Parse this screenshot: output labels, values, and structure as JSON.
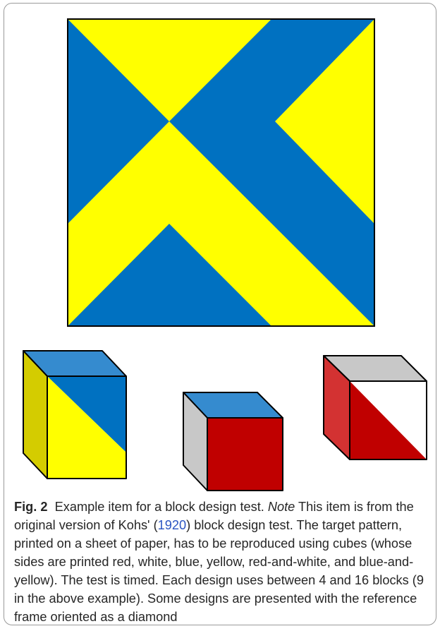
{
  "figure": {
    "label": "Fig. 2",
    "caption_intro": "Example item for a block design test.",
    "note_label": "Note",
    "caption_before_citation": "This item is from the original version of Kohs' (",
    "citation_year": "1920",
    "caption_after_citation": ") block design test. The target pattern, printed on a sheet of paper, has to be reproduced using cubes (whose sides are printed red, white, blue, yellow, red-and-white, and blue-and-yellow). The test is timed. Each design uses between 4 and 16 blocks (9 in the above example). Some designs are presented with the reference frame oriented as a diamond"
  },
  "colors": {
    "blue": "#0071c1",
    "blue_light": "#358bcf",
    "yellow": "#ffff00",
    "yellow_dark": "#d4cc00",
    "red": "#c00000",
    "red_light": "#d33232",
    "white": "#ffffff",
    "grey": "#c8c8c8",
    "outline": "#000000"
  }
}
